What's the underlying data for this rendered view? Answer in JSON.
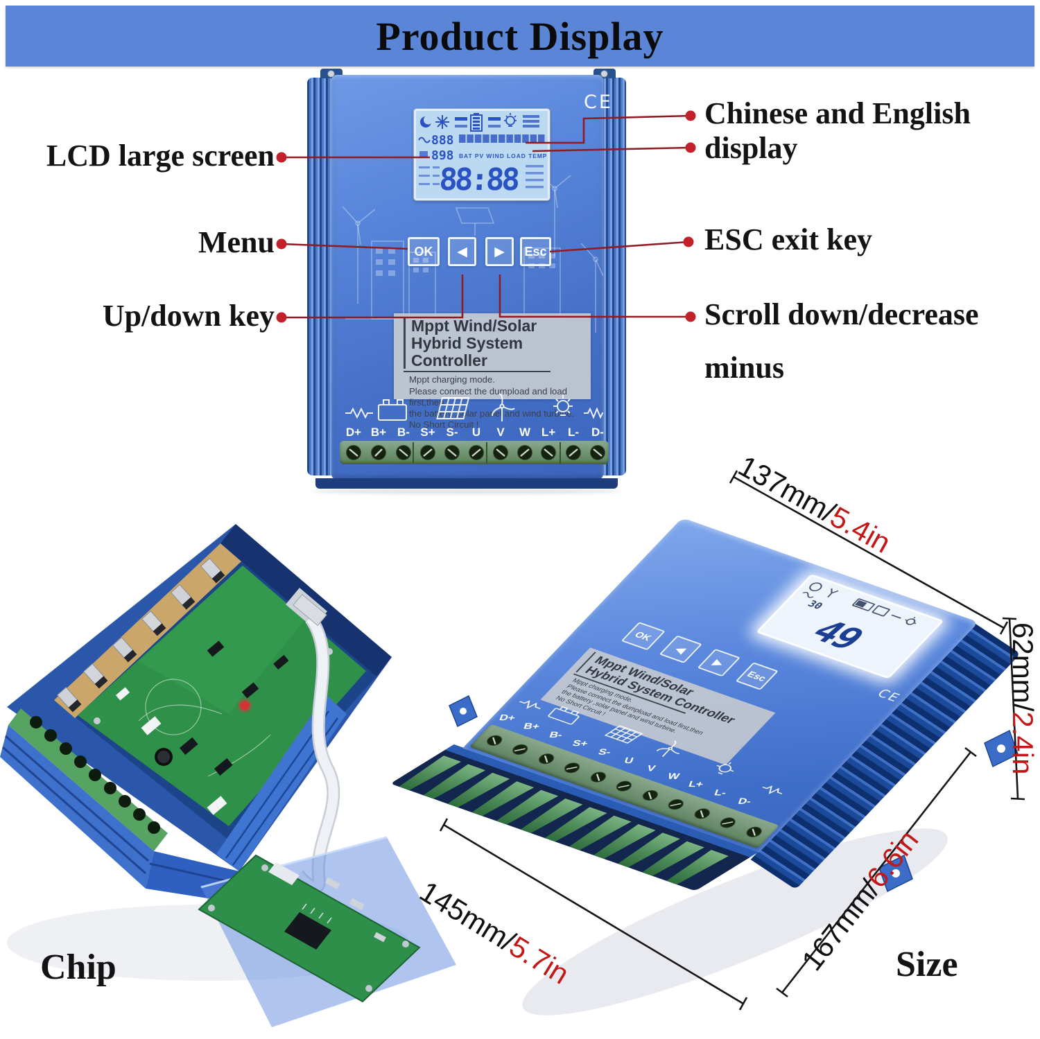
{
  "header": {
    "title": "Product Display"
  },
  "callouts": {
    "lcd_large_screen": "LCD large screen",
    "menu": "Menu",
    "up_down_key": "Up/down key",
    "chinese_english_line1": "Chinese and English",
    "chinese_english_line2": "display",
    "esc_exit_key": "ESC exit key",
    "scroll_line1": "Scroll down/decrease",
    "scroll_line2": "minus"
  },
  "device": {
    "ce_mark": "CE",
    "lcd": {
      "small_digits_top": "888",
      "small_digits_bottom": "898",
      "english_row": "BAT PV WIND LOAD TEMP",
      "big_digits": "88:88"
    },
    "buttons": {
      "ok": "OK",
      "left": "◀",
      "right": "▶",
      "esc": "Esc"
    },
    "plate": {
      "title_line1": "Mppt Wind/Solar",
      "title_line2": "Hybrid System Controller",
      "notes": [
        "Mppt charging mode.",
        "Please connect the dumpload and load first,then",
        "the battery ,solar panel and wind turbine.",
        "No Short Circuit !"
      ]
    },
    "terminals": [
      "D+",
      "B+",
      "B-",
      "S+",
      "S-",
      "U",
      "V",
      "W",
      "L+",
      "L-",
      "D-"
    ]
  },
  "iso": {
    "lcd_value": "49",
    "lcd_small": "30"
  },
  "dimensions": {
    "width_mm": "137mm/",
    "width_in": "5.4in",
    "height_mm": "62mm/",
    "height_in": "2.4in",
    "front_mm": "145mm/",
    "front_in": "5.7in",
    "side_mm": "167mm/",
    "side_in": "6.6in"
  },
  "captions": {
    "chip": "Chip",
    "size": "Size"
  },
  "colors": {
    "banner_blue": "#5b86d8",
    "case_blue": "#4f7ed2",
    "case_dark": "#1d4186",
    "lcd_bg": "#bcd9f2",
    "lcd_ink": "#2a52c2",
    "terminal_green": "#7a9a7e",
    "pcb_green": "#2f9049",
    "plate_gray": "#c6c9cd",
    "callout_red": "#8f1b24",
    "dimension_red": "#c21818"
  }
}
